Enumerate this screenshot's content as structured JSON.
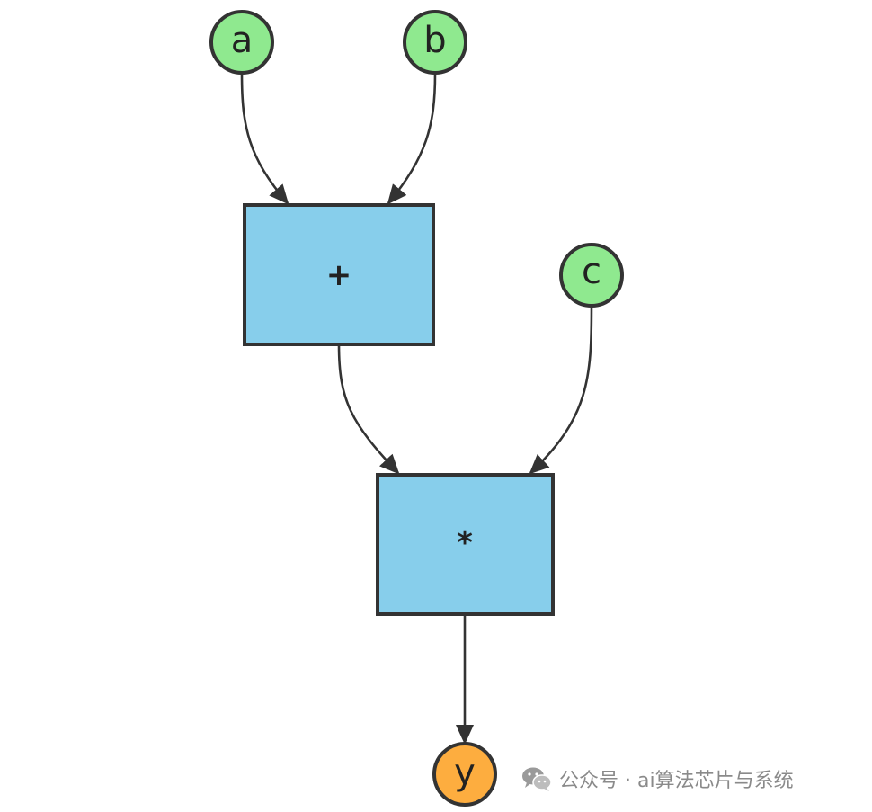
{
  "colors": {
    "input_node": "#8fe98f",
    "output_node": "#fdad3f",
    "op_node": "#87ceeb",
    "stroke": "#333333",
    "watermark": "#8a8a8a"
  },
  "diagram": {
    "nodes": {
      "a": {
        "label": "a"
      },
      "b": {
        "label": "b"
      },
      "c": {
        "label": "c"
      },
      "add": {
        "label": "+"
      },
      "mul": {
        "label": "*"
      },
      "y": {
        "label": "y"
      }
    },
    "edges": [
      {
        "from": "a",
        "to": "add"
      },
      {
        "from": "b",
        "to": "add"
      },
      {
        "from": "add",
        "to": "mul"
      },
      {
        "from": "c",
        "to": "mul"
      },
      {
        "from": "mul",
        "to": "y"
      }
    ]
  },
  "watermark": {
    "icon": "wechat-icon",
    "text": "公众号 · ai算法芯片与系统"
  }
}
